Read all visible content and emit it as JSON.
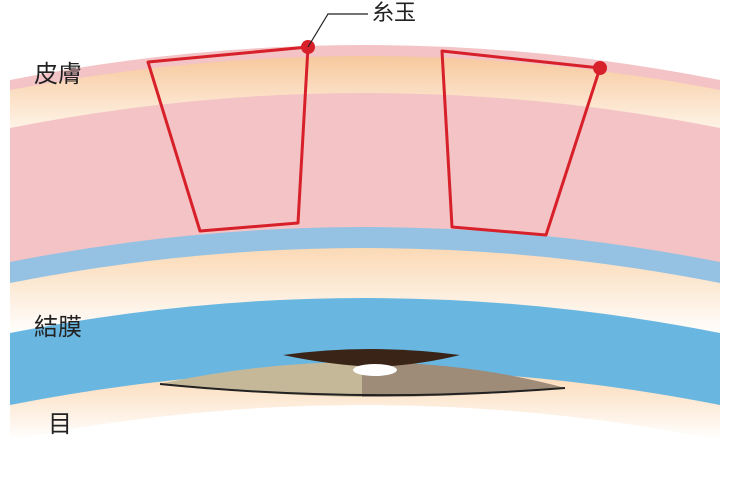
{
  "labels": {
    "skin": "皮膚",
    "conjunctiva": "結膜",
    "eye": "目",
    "suture_knot": "糸玉"
  },
  "colors": {
    "skin_surface": "#f3c3c5",
    "skin_body": "#f3c3c5",
    "fat_layer": "#fbe3c6",
    "fascia_blue": "#95c2e3",
    "conjunctiva_blue": "#69b7e0",
    "suture_red": "#d7202a",
    "iris_left": "#c5b899",
    "iris_right": "#9e8b78",
    "pupil_dark": "#3a2418",
    "highlight": "#ffffff",
    "text": "#222222"
  }
}
